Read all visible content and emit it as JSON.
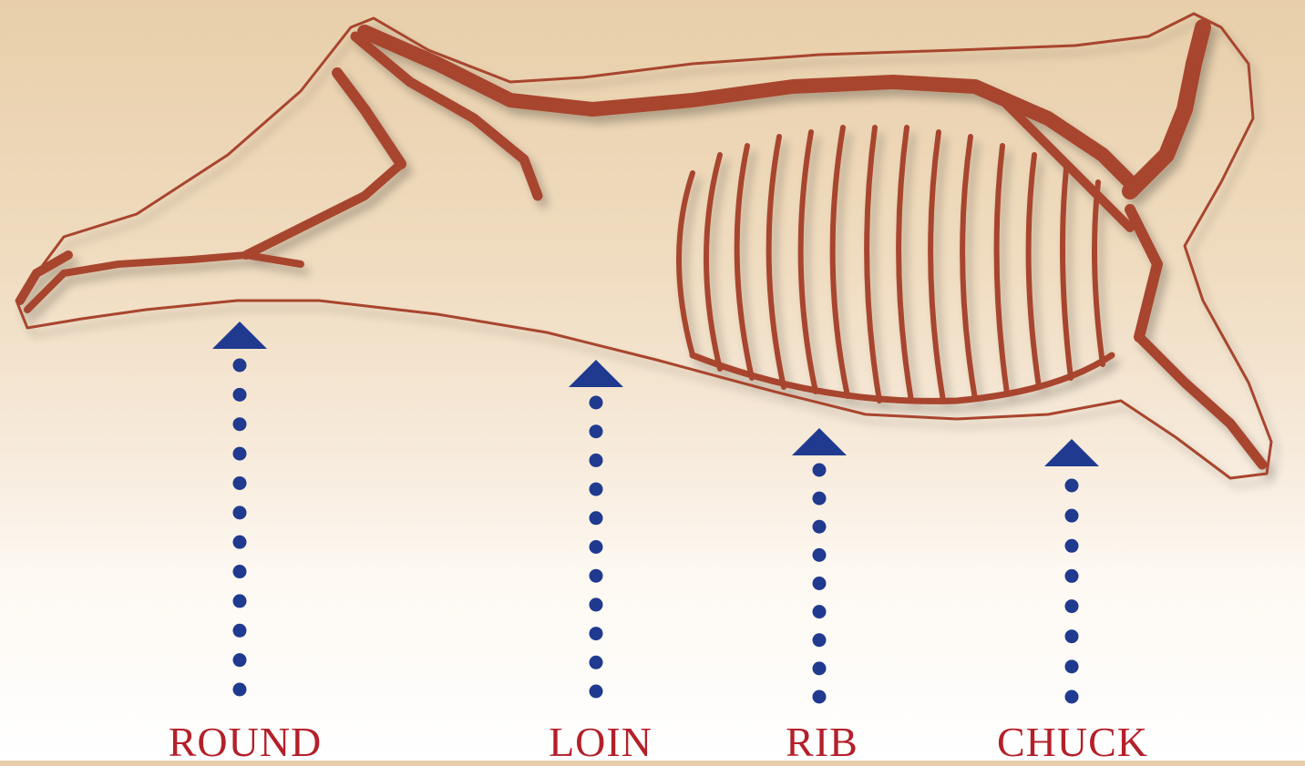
{
  "colors": {
    "skeleton": "#a8452e",
    "arrow": "#1f3a8f",
    "label": "#b3202a"
  },
  "cuts": [
    {
      "id": "round",
      "label": "ROUND"
    },
    {
      "id": "loin",
      "label": "LOIN"
    },
    {
      "id": "rib",
      "label": "RIB"
    },
    {
      "id": "chuck",
      "label": "CHUCK"
    }
  ]
}
